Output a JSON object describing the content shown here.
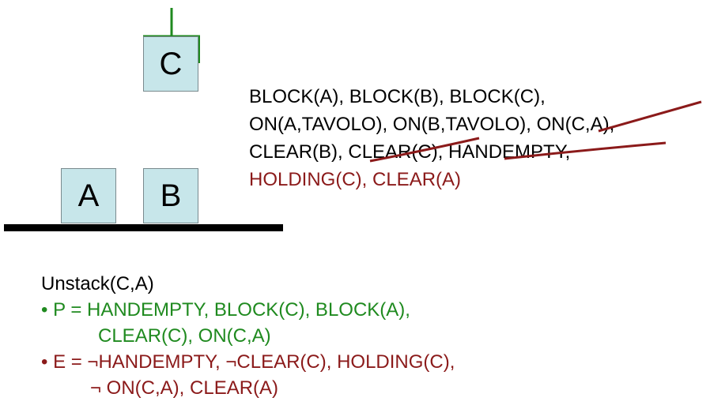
{
  "blocks": {
    "a": "A",
    "b": "B",
    "c": "C"
  },
  "state": {
    "line1": "BLOCK(A), BLOCK(B), BLOCK(C),",
    "line2": "ON(A,TAVOLO), ON(B,TAVOLO), ON(C,A),",
    "line3": "CLEAR(B), CLEAR(C), HANDEMPTY,",
    "line4": "HOLDING(C), CLEAR(A)"
  },
  "operator": {
    "name": "Unstack(C,A)",
    "precond_line1": "• P = HANDEMPTY, BLOCK(C), BLOCK(A),",
    "precond_line2": "CLEAR(C), ON(C,A)",
    "effects_line1": "• E = ¬HANDEMPTY, ¬CLEAR(C), HOLDING(C),",
    "effects_line2": "¬ ON(C,A), CLEAR(A)"
  },
  "colors": {
    "block_fill": "#c7e6ea",
    "precondition": "#1f8a1f",
    "effect": "#8b1a1a",
    "strike": "#8b1a1a",
    "gripper": "#1f8a1f"
  }
}
